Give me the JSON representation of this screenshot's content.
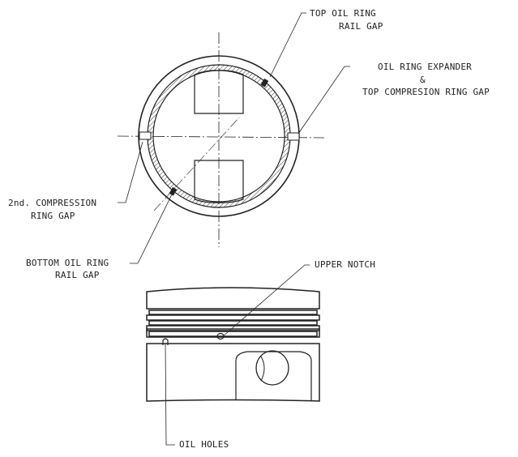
{
  "labels": {
    "top_oil_ring_line1": "TOP OIL RING",
    "top_oil_ring_line2": "RAIL GAP",
    "expander_line1": "OIL RING EXPANDER",
    "expander_line2": "&",
    "expander_line3": "TOP COMPRESION RING GAP",
    "second_comp_line1": "2nd. COMPRESSION",
    "second_comp_line2": "RING GAP",
    "bottom_oil_line1": "BOTTOM OIL RING",
    "bottom_oil_line2": "RAIL GAP",
    "upper_notch": "UPPER NOTCH",
    "oil_holes": "OIL HOLES"
  },
  "colors": {
    "ink": "#222222",
    "background": "#ffffff"
  }
}
